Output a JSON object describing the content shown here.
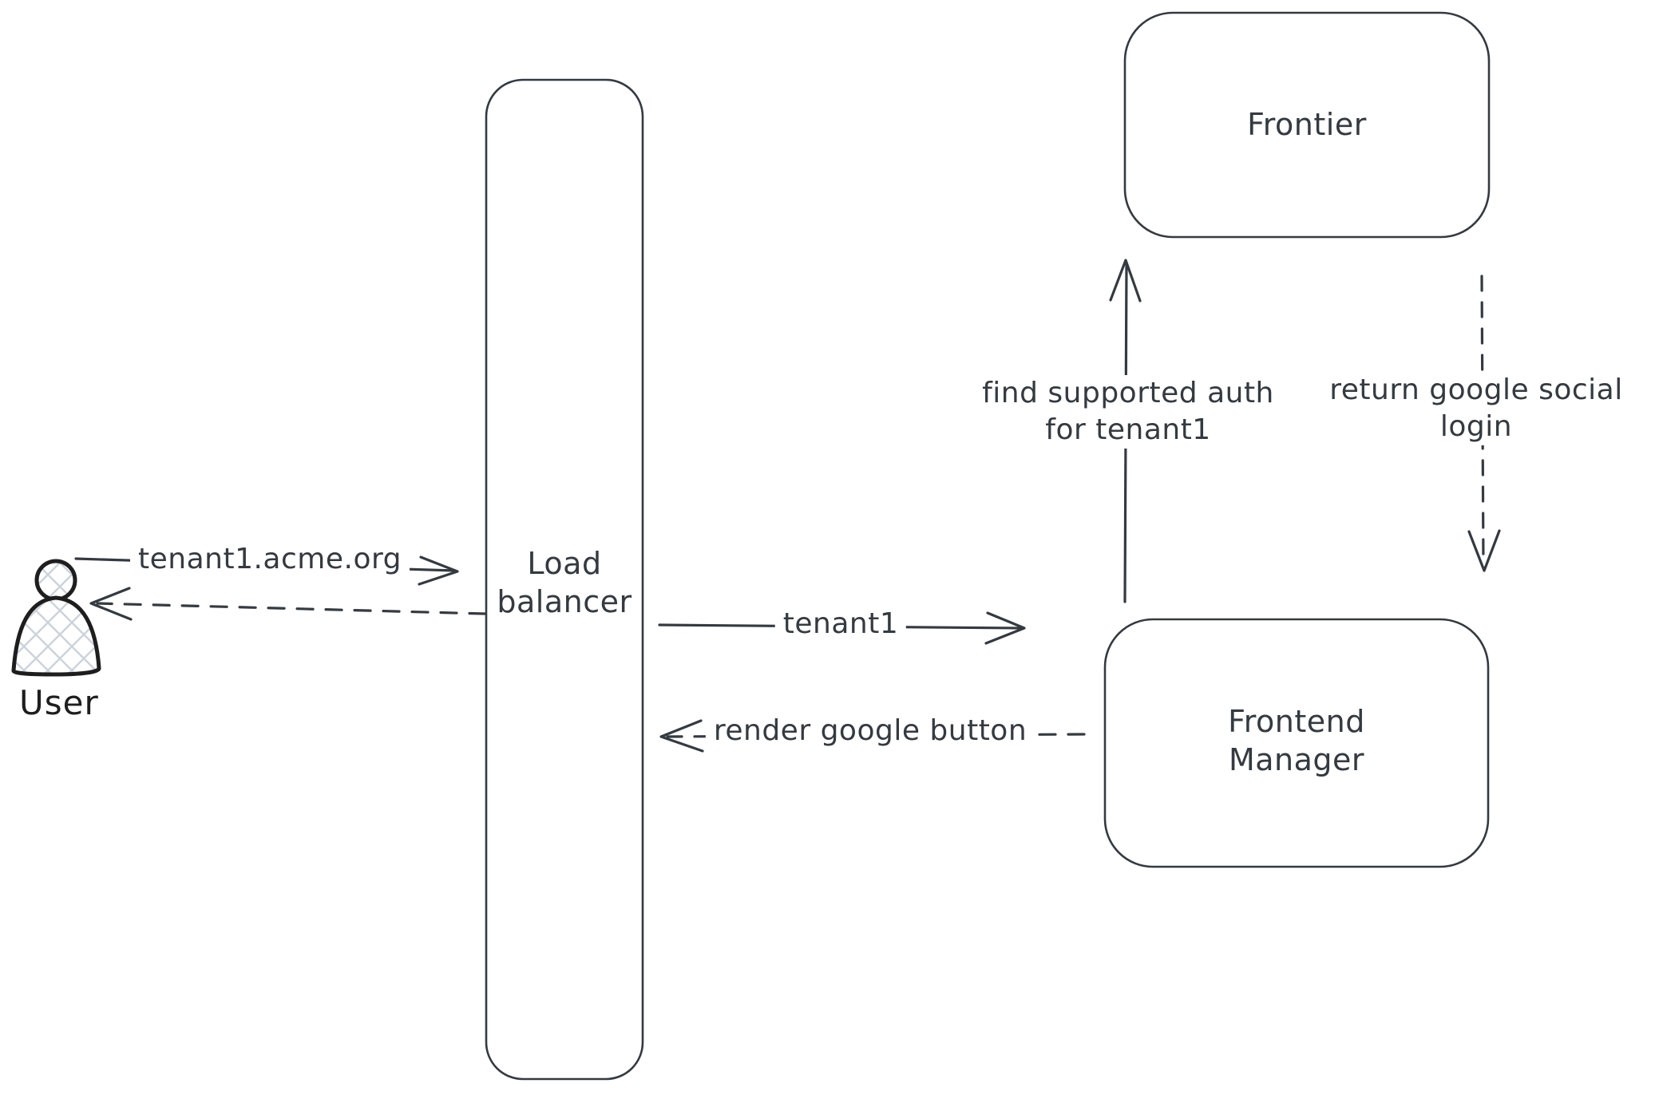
{
  "canvas": {
    "background": "#ffffff"
  },
  "colors": {
    "stroke": "#343a40",
    "text": "#343a40",
    "user_icon_stroke": "#1e1e1e",
    "user_icon_hatch": "#ccd3da"
  },
  "nodes": {
    "user": {
      "label": "User"
    },
    "load_balancer": {
      "lines": [
        "Load",
        "balancer"
      ]
    },
    "frontier": {
      "label": "Frontier"
    },
    "frontend_manager": {
      "lines": [
        "Frontend",
        "Manager"
      ]
    }
  },
  "edges": {
    "user_to_load_balancer": {
      "label": "tenant1.acme.org",
      "style": "solid",
      "direction": "right"
    },
    "load_balancer_to_user": {
      "style": "dashed",
      "direction": "left"
    },
    "load_balancer_to_frontend_manager": {
      "label": "tenant1",
      "style": "solid",
      "direction": "right"
    },
    "frontend_manager_to_load_balancer": {
      "label": "render google button",
      "style": "dashed",
      "direction": "left"
    },
    "frontend_manager_to_frontier": {
      "lines": [
        "find supported auth",
        "for tenant1"
      ],
      "style": "solid",
      "direction": "up"
    },
    "frontier_to_frontend_manager": {
      "lines": [
        "return google social",
        "login"
      ],
      "style": "dashed",
      "direction": "down"
    }
  }
}
